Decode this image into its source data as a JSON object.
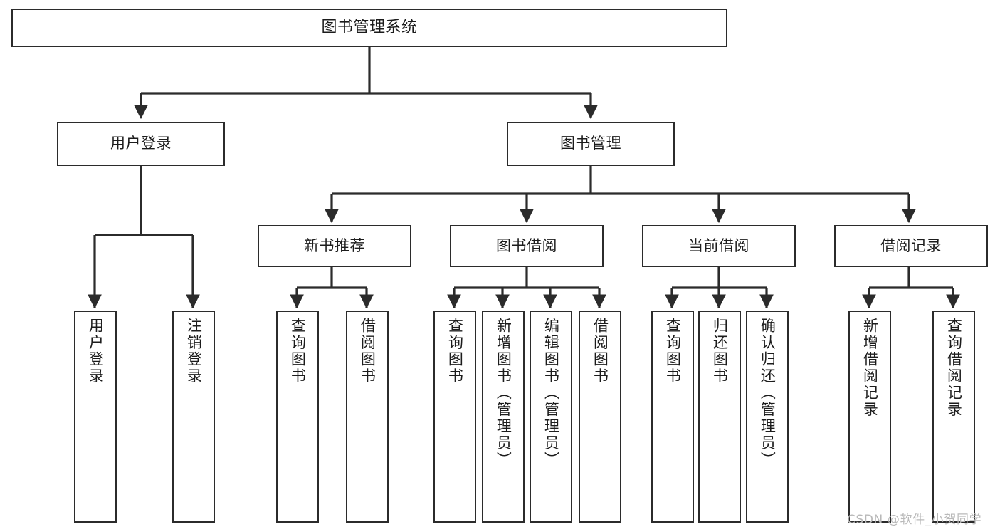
{
  "diagram": {
    "title": "图书管理系统",
    "watermark": "CSDN @软件_小贺同学",
    "colors": {
      "stroke": "#2b2b2b",
      "fill": "#ffffff",
      "text": "#1c1c1c",
      "watermark": "#b9b9b9"
    },
    "nodes": {
      "root": {
        "label": "图书管理系统"
      },
      "level2": [
        {
          "id": "user-login",
          "label": "用户登录"
        },
        {
          "id": "book-manage",
          "label": "图书管理"
        }
      ],
      "level3": [
        {
          "id": "new-book-recommend",
          "label": "新书推荐"
        },
        {
          "id": "book-borrow",
          "label": "图书借阅"
        },
        {
          "id": "current-borrow",
          "label": "当前借阅"
        },
        {
          "id": "borrow-record",
          "label": "借阅记录"
        }
      ],
      "leaves": {
        "user-login": [
          {
            "id": "leaf-user-login",
            "label": "用户登录"
          },
          {
            "id": "leaf-logout-login",
            "label": "注销登录"
          }
        ],
        "new-book-recommend": [
          {
            "id": "leaf-query-book-1",
            "label": "查询图书"
          },
          {
            "id": "leaf-borrow-book-1",
            "label": "借阅图书"
          }
        ],
        "book-borrow": [
          {
            "id": "leaf-query-book-2",
            "label": "查询图书"
          },
          {
            "id": "leaf-add-book",
            "label": "新增图书（管理员）"
          },
          {
            "id": "leaf-edit-book",
            "label": "编辑图书（管理员）"
          },
          {
            "id": "leaf-borrow-book-2",
            "label": "借阅图书"
          }
        ],
        "current-borrow": [
          {
            "id": "leaf-query-book-3",
            "label": "查询图书"
          },
          {
            "id": "leaf-return-book",
            "label": "归还图书"
          },
          {
            "id": "leaf-confirm-return",
            "label": "确认归还（管理员）"
          }
        ],
        "borrow-record": [
          {
            "id": "leaf-add-borrow-record",
            "label": "新增借阅记录"
          },
          {
            "id": "leaf-query-borrow-record",
            "label": "查询借阅记录"
          }
        ]
      }
    }
  }
}
